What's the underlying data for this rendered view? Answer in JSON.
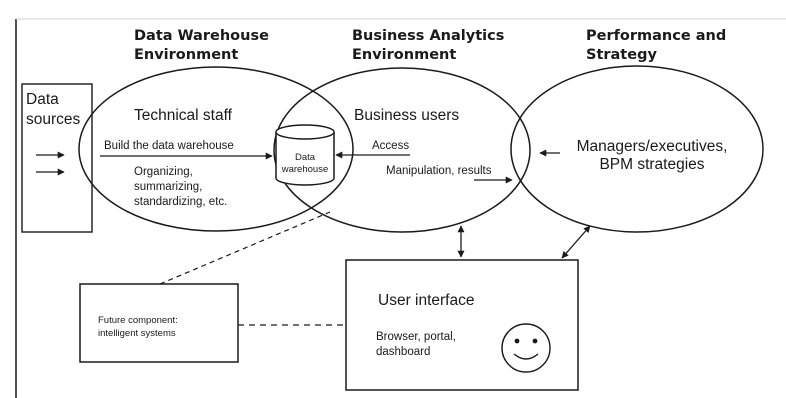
{
  "headers": {
    "data_warehouse_env": [
      "Data Warehouse",
      "Environment"
    ],
    "business_analytics_env": [
      "Business Analytics",
      "Environment"
    ],
    "performance_strategy": [
      "Performance and",
      "Strategy"
    ]
  },
  "data_sources": [
    "Data",
    "sources"
  ],
  "technical_staff": {
    "title": "Technical staff",
    "build": "Build the data warehouse",
    "activities": [
      "Organizing,",
      "summarizing,",
      "standardizing, etc."
    ]
  },
  "data_warehouse": [
    "Data",
    "warehouse"
  ],
  "business_users": {
    "title": "Business users",
    "access": "Access",
    "manipulation": "Manipulation, results"
  },
  "managers": [
    "Managers/executives,",
    "BPM strategies"
  ],
  "future_component": [
    "Future component:",
    "intelligent systems"
  ],
  "user_interface": {
    "title": "User interface",
    "details": [
      "Browser, portal,",
      "dashboard"
    ]
  }
}
